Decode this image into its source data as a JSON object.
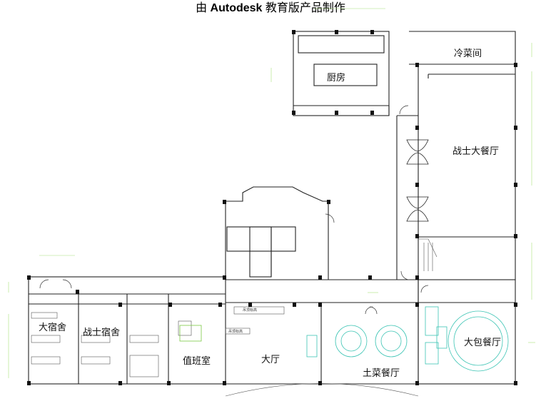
{
  "header": {
    "prefix": "由",
    "brand": "Autodesk",
    "suffix": "教育版产品制作"
  },
  "rooms": {
    "kitchen": "厨房",
    "cold_dish": "冷菜间",
    "soldier_dining": "战士大餐厅",
    "dorm_large": "大宿舍",
    "dorm_soldier": "战士宿舍",
    "duty_room": "值班室",
    "hall": "大厅",
    "local_dining": "土菜餐厅",
    "private_dining": "大包餐厅"
  },
  "annotations": {
    "a1": "吊顶标高",
    "a2": "吊顶标高"
  },
  "colors": {
    "wall": "#222222",
    "fixture": "#3cc4b4",
    "green_fixture": "#7ac943",
    "dimension": "#a8e07a"
  }
}
